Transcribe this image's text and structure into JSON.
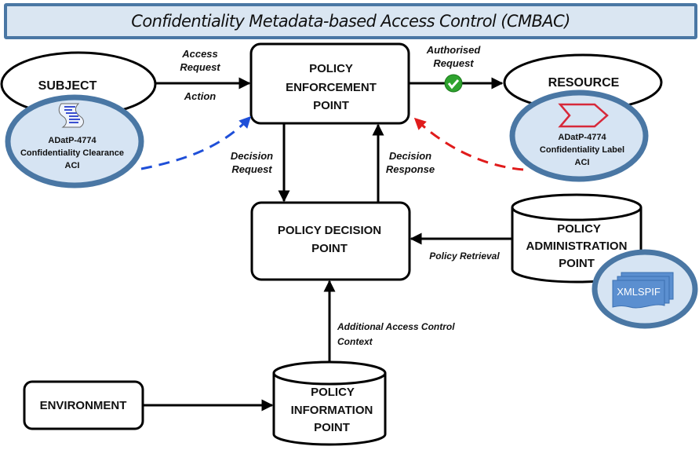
{
  "title": "Confidentiality Metadata-based Access Control (CMBAC)",
  "nodes": {
    "subject": "SUBJECT",
    "pep": [
      "POLICY",
      "ENFORCEMENT",
      "POINT"
    ],
    "resource": "RESOURCE",
    "pdp": [
      "POLICY DECISION",
      "POINT"
    ],
    "pap": [
      "POLICY",
      "ADMINISTRATION",
      "POINT"
    ],
    "pip": [
      "POLICY",
      "INFORMATION",
      "POINT"
    ],
    "environment": "ENVIRONMENT"
  },
  "badges": {
    "clearance": [
      "ADatP-4774",
      "Confidentiality  Clearance",
      "ACI"
    ],
    "label": [
      "ADatP-4774",
      "Confidentiality  Label",
      "ACI"
    ],
    "xmlspif": "XMLSPIF"
  },
  "edges": {
    "access_request": [
      "Access",
      "Request"
    ],
    "action": "Action",
    "authorised_request": [
      "Authorised",
      "Request"
    ],
    "decision_request": [
      "Decision",
      "Request"
    ],
    "decision_response": [
      "Decision",
      "Response"
    ],
    "policy_retrieval": "Policy Retrieval",
    "additional_context": [
      "Additional  Access Control",
      "Context"
    ]
  },
  "colors": {
    "title_fill": "#dae6f2",
    "title_border": "#4a77a4",
    "badge_fill": "#d6e4f3",
    "badge_border": "#4a77a4",
    "blue_arrow": "#1f4fd8",
    "red_arrow": "#e01b1b",
    "check_green": "#2ea32e"
  }
}
